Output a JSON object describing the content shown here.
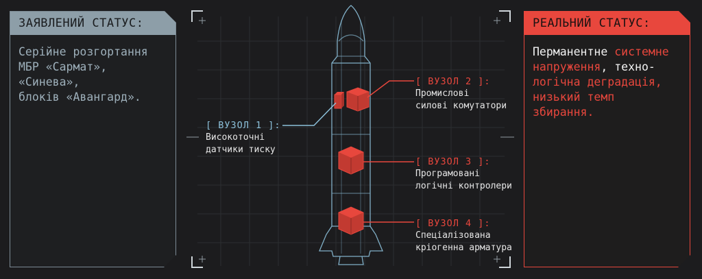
{
  "declared": {
    "title": "ЗАЯВЛЕНИЙ СТАТУС:",
    "lines": [
      "Серійне розгортання",
      "МБР «Сармат», «Синева»,",
      "блоків «Авангард»."
    ]
  },
  "actual": {
    "title": "РЕАЛЬНИЙ СТАТУС:",
    "line1_a": "Перманентне ",
    "line1_b": "системне",
    "line2_a": "напруження",
    "line2_b": ", техно-",
    "line3": "логічна деградація,",
    "line4": "низький темп збирання."
  },
  "nodes": [
    {
      "tag": "[ ВУЗОЛ 1 ]:",
      "desc": [
        "Високоточні",
        "датчики тиску"
      ]
    },
    {
      "tag": "[ ВУЗОЛ 2 ]:",
      "desc": [
        "Промислові",
        "силові комутатори"
      ]
    },
    {
      "tag": "[ ВУЗОЛ 3 ]:",
      "desc": [
        "Програмовані",
        "логічні контролери"
      ]
    },
    {
      "tag": "[ ВУЗОЛ 4 ]:",
      "desc": [
        "Спеціалізована",
        "кріогенна арматура"
      ]
    }
  ],
  "colors": {
    "accent_red": "#e8473d",
    "accent_blue": "#8cc0da",
    "steel": "#8d9ea8",
    "background": "#1c1c1e"
  }
}
